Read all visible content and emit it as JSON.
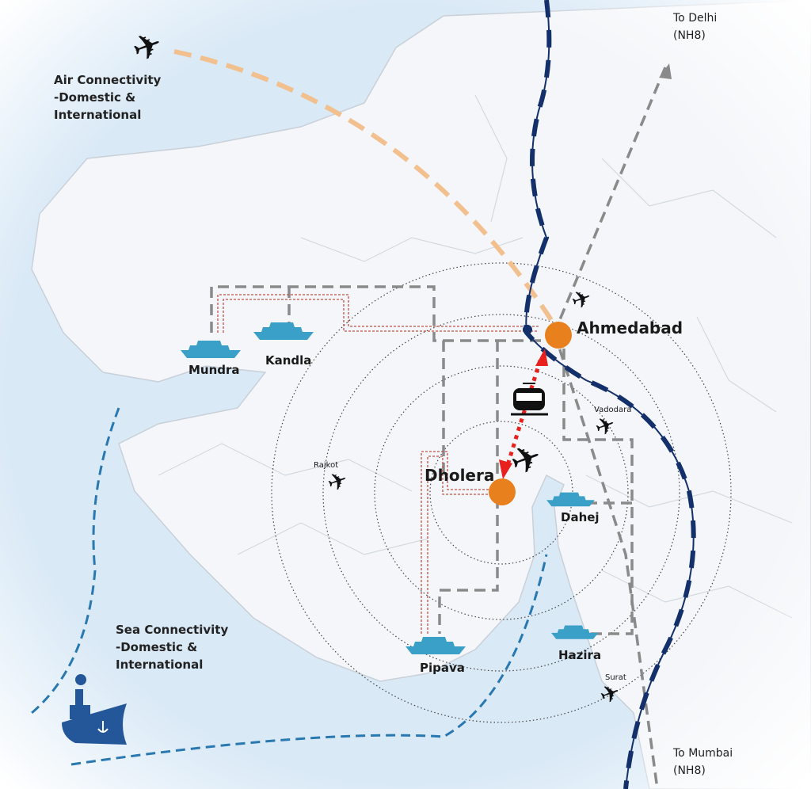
{
  "labels": {
    "air": "Air Connectivity\n-Domestic &\nInternational",
    "sea": "Sea Connectivity\n-Domestic &\nInternational",
    "to_delhi": "To Delhi\n(NH8)",
    "to_mumbai": "To Mumbai\n(NH8)"
  },
  "cities": {
    "ahmedabad": "Ahmedabad",
    "dholera": "Dholera",
    "vadodara": "Vadodara",
    "rajkot": "Rajkot",
    "surat": "Surat"
  },
  "ports": {
    "mundra": "Mundra",
    "kandla": "Kandla",
    "dahej": "Dahej",
    "hazira": "Hazira",
    "pipava": "Pipava"
  },
  "colors": {
    "sea": "#d9e9f6",
    "land": "#f4f6f9",
    "rail": "#14306b",
    "road": "#8a8a8a",
    "city_marker": "#e8801e",
    "link": "#e8201e",
    "ship": "#3aa0c8",
    "sea_route": "#2a78b0",
    "air_route": "#f2c08e"
  }
}
